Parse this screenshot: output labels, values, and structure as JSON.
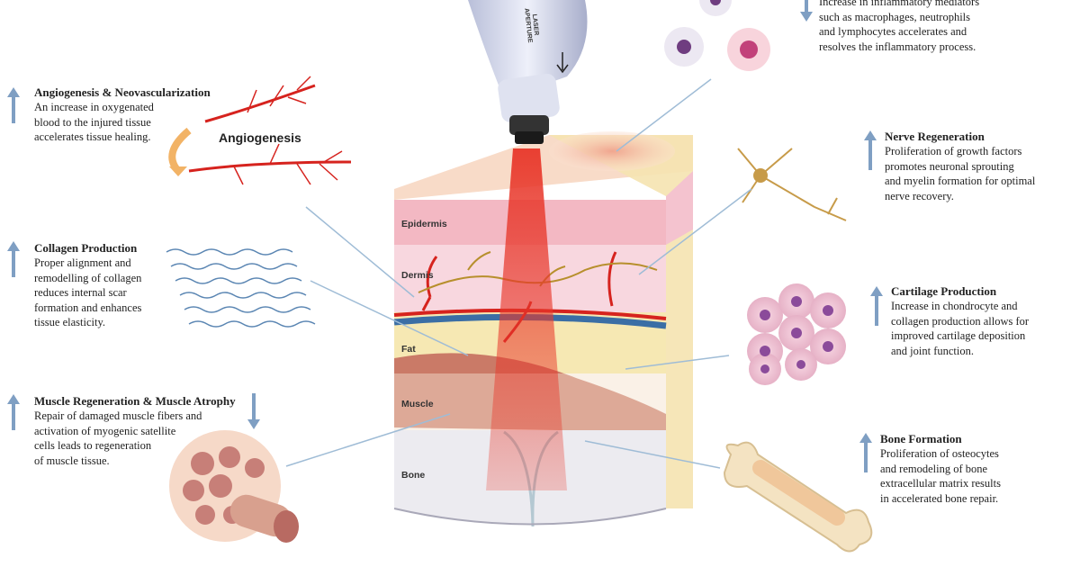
{
  "colors": {
    "arrow": "#7f9fc3",
    "pointer": "#9fbcd6",
    "laser": "#e8372a",
    "epidermis": "#f3b8c3",
    "dermis": "#f7d3dd",
    "fat": "#f6e8b3",
    "muscle": "#c56e5e",
    "bone": "#ecebf0",
    "vessel": "#d6231e",
    "nerve": "#b78f2c"
  },
  "icons": {
    "up_arrow": "up-arrow-icon",
    "down_arrow": "down-arrow-icon"
  },
  "blocks": {
    "inflammation": {
      "desc_lines": [
        "Increase in inflammatory mediators",
        "such as macrophages, neutrophils",
        "and lymphocytes accelerates and",
        "resolves the inflammatory process."
      ]
    },
    "angiogenesis": {
      "title": "Angiogenesis & Neovascularization",
      "desc_lines": [
        "An increase in oxygenated",
        "blood to the injured tissue",
        "accelerates tissue healing."
      ]
    },
    "collagen": {
      "title": "Collagen Production",
      "desc_lines": [
        "Proper alignment and",
        "remodelling of collagen",
        "reduces internal scar",
        "formation and enhances",
        "tissue elasticity."
      ]
    },
    "muscle": {
      "title": "Muscle Regeneration & Muscle Atrophy",
      "desc_lines": [
        "Repair of damaged muscle fibers and",
        "activation of myogenic satellite",
        "cells leads to regeneration",
        "of muscle tissue."
      ]
    },
    "nerve": {
      "title": "Nerve Regeneration",
      "desc_lines": [
        "Proliferation of growth factors",
        "promotes neuronal sprouting",
        "and myelin formation for optimal",
        "nerve recovery."
      ]
    },
    "cartilage": {
      "title": "Cartilage Production",
      "desc_lines": [
        "Increase in chondrocyte and",
        "collagen production allows for",
        "improved cartilage deposition",
        "and joint function."
      ]
    },
    "bone": {
      "title": "Bone Formation",
      "desc_lines": [
        "Proliferation of osteocytes",
        "and remodeling of bone",
        "extracellular matrix results",
        "in accelerated bone repair."
      ]
    }
  },
  "angiogenesis_label": "Angiogenesis",
  "layers": {
    "epidermis": "Epidermis",
    "dermis": "Dermis",
    "fat": "Fat",
    "muscle": "Muscle",
    "bone": "Bone"
  },
  "device_label": [
    "LASER",
    "APERTURE"
  ]
}
